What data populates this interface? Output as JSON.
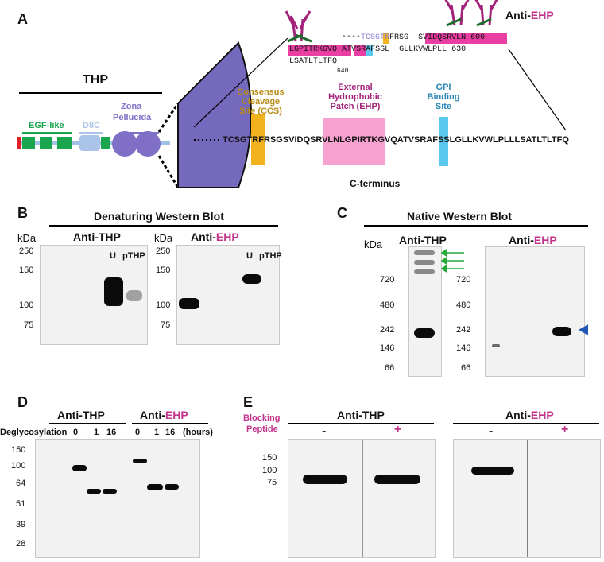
{
  "panelA": {
    "letter": "A",
    "thp_title": "THP",
    "domains": {
      "egf": "EGF-like",
      "d8c": "D8C",
      "zp_line1": "Zona",
      "zp_line2": "Pellucida"
    },
    "site_ccs": [
      "Consensus",
      "Cleavage",
      "Site (CCS)"
    ],
    "site_ehp": [
      "External",
      "Hydrophobic",
      "Patch (EHP)"
    ],
    "site_gpi": [
      "GPI",
      "Binding",
      "Site"
    ],
    "sequence": "TCSGTRFRSGSVIDQSRVLNLGPIRTKGVQATVSRAFSSLGLLKVWLPLLLSATLTLTFQ",
    "c_terminus": "C-terminus",
    "inset": {
      "row1_dots": "••••",
      "row1_a": "TCSGTR",
      "row1_f": "F",
      "row1_b": "RSG",
      "row1_c": "SVIDQSRVLN",
      "row1_num": "600",
      "row2_a": "LGPITRKGVQ",
      "row2_b": "AT",
      "row2_v": "V",
      "row2_s": "S",
      "row2_c": "RAFSSL",
      "row2_d": "GLLKVWLPLL",
      "row2_num": "630",
      "row3": "LSATLTLTFQ",
      "row3_num": "640"
    },
    "anti_label": "Anti-",
    "anti_ehp": "EHP"
  },
  "panelB": {
    "letter": "B",
    "title": "Denaturing Western Blot",
    "left_title": "Anti-THP",
    "right_title_a": "Anti-",
    "right_title_b": "EHP",
    "kda": "kDa",
    "markers": [
      "250",
      "150",
      "100",
      "75"
    ],
    "lanes": [
      "U",
      "pTHP"
    ]
  },
  "panelC": {
    "letter": "C",
    "title": "Native Western Blot",
    "kda": "kDa",
    "left_title": "Anti-THP",
    "right_title_a": "Anti-",
    "right_title_b": "EHP",
    "markers": [
      "720",
      "480",
      "242",
      "146",
      "66"
    ]
  },
  "panelD": {
    "letter": "D",
    "left_title": "Anti-THP",
    "right_title_a": "Anti-",
    "right_title_b": "EHP",
    "row_label": "Deglycosylation",
    "times": [
      "0",
      "1",
      "16",
      "0",
      "1",
      "16"
    ],
    "unit": "(hours)",
    "markers": [
      "150",
      "100",
      "64",
      "51",
      "39",
      "28"
    ]
  },
  "panelE": {
    "letter": "E",
    "blocking_1": "Blocking",
    "blocking_2": "Peptide",
    "left_title": "Anti-THP",
    "right_title_a": "Anti-",
    "right_title_b": "EHP",
    "minus": "-",
    "plus": "+",
    "markers": [
      "150",
      "100",
      "75"
    ]
  },
  "colors": {
    "ehp": "#c2338c",
    "egf": "#1aa64f",
    "d8c": "#a9c4e8",
    "zp": "#7f6fc7",
    "ccs": "#f2b21e",
    "ehp_box": "#f7a1d1",
    "gpi": "#5bc8ef",
    "arrow_green": "#27a83a",
    "arrow_blue": "#1f57b5"
  }
}
